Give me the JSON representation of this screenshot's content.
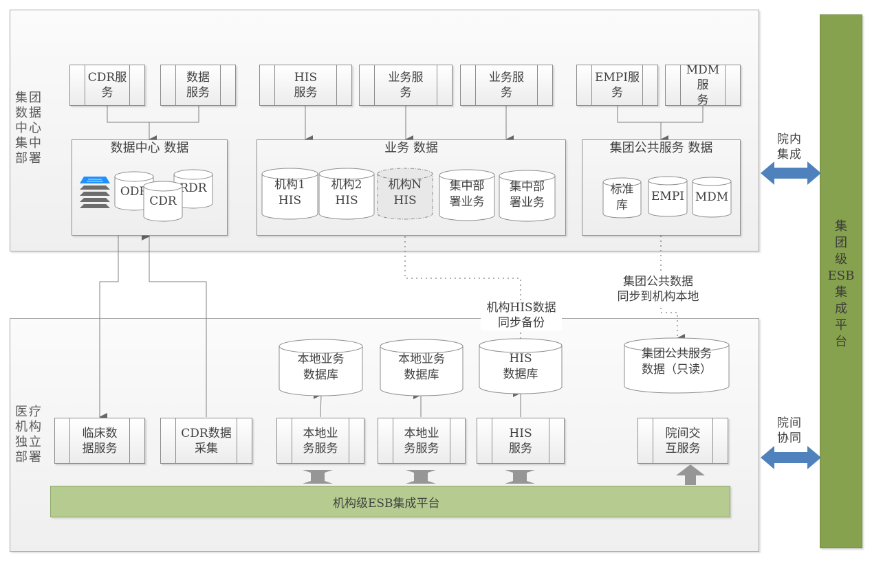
{
  "colors": {
    "group_esb": "#87a24e",
    "org_esb": "#b5cb90",
    "bidirectional_arrow": "#4f81bd",
    "connector": "#7f7f7f",
    "block_arrow": "#969696",
    "stack_top": "#1e90ff"
  },
  "top_panel": {
    "label": "集团数据中心集中部署",
    "label_lines": [
      "集团",
      "数据",
      "中心",
      "集中",
      "部署"
    ],
    "services": [
      {
        "label_lines": [
          "CDR服",
          "务"
        ]
      },
      {
        "label_lines": [
          "数据",
          "服务"
        ]
      },
      {
        "label_lines": [
          "HIS",
          "服务"
        ]
      },
      {
        "label_lines": [
          "业务服",
          "务"
        ]
      },
      {
        "label_lines": [
          "业务服",
          "务"
        ]
      },
      {
        "label_lines": [
          "EMPI服",
          "务"
        ]
      },
      {
        "label_lines": [
          "MDM服",
          "务"
        ]
      }
    ],
    "data_center_group": {
      "title": "数据中心 数据",
      "stack_icon": "layer-stack-icon",
      "databases": [
        "ODR",
        "CDR",
        "RDR"
      ]
    },
    "business_group": {
      "title": "业务 数据",
      "databases": [
        {
          "label_lines": [
            "机构1",
            "HIS"
          ]
        },
        {
          "label_lines": [
            "机构2",
            "HIS"
          ]
        },
        {
          "label_lines": [
            "机构N",
            "HIS"
          ],
          "style": "dashed"
        },
        {
          "label_lines": [
            "集中部",
            "署业务"
          ]
        },
        {
          "label_lines": [
            "集中部",
            "署业务"
          ]
        }
      ]
    },
    "public_group": {
      "title": "集团公共服务 数据",
      "databases": [
        {
          "label_lines": [
            "标准",
            "库"
          ]
        },
        {
          "label_lines": [
            "EMPI"
          ]
        },
        {
          "label_lines": [
            "MDM"
          ]
        }
      ]
    }
  },
  "sync_notes": {
    "his_backup": [
      "机构HIS数据",
      "同步备份"
    ],
    "public_sync": [
      "集团公共数据",
      "同步到机构本地"
    ]
  },
  "bottom_panel": {
    "label_lines": [
      "医疗",
      "机构",
      "独立",
      "部署"
    ],
    "services": [
      {
        "label_lines": [
          "临床数",
          "据服务"
        ]
      },
      {
        "label_lines": [
          "CDR数据",
          "采集"
        ]
      },
      {
        "label_lines": [
          "本地业",
          "务服务"
        ]
      },
      {
        "label_lines": [
          "本地业",
          "务服务"
        ]
      },
      {
        "label_lines": [
          "HIS",
          "服务"
        ]
      },
      {
        "label_lines": [
          "院间交",
          "互服务"
        ]
      }
    ],
    "databases": [
      {
        "label_lines": [
          "本地业务",
          "数据库"
        ]
      },
      {
        "label_lines": [
          "本地业务",
          "数据库"
        ]
      },
      {
        "label_lines": [
          "HIS",
          "数据库"
        ]
      },
      {
        "label_lines": [
          "集团公共服务",
          "数据（只读）"
        ]
      }
    ],
    "org_esb": "机构级ESB集成平台"
  },
  "group_esb": {
    "label_lines": [
      "集",
      "团",
      "级",
      "ESB",
      "集",
      "成",
      "平",
      "台"
    ]
  },
  "integration_labels": {
    "internal": [
      "院内",
      "集成"
    ],
    "inter_hospital": [
      "院间",
      "协同"
    ]
  }
}
